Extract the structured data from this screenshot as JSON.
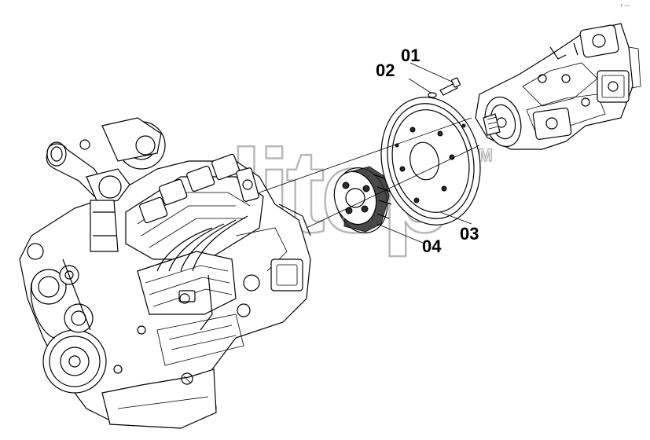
{
  "diagram": {
    "callouts": {
      "c01": "01",
      "c02": "02",
      "c03": "03",
      "c04": "04"
    },
    "watermark": {
      "text": "elitep",
      "trademark": "TM"
    },
    "corner_mark": "r —"
  },
  "colors": {
    "line": "#000000",
    "background": "#ffffff",
    "watermark": "#b8b8b8"
  },
  "icons": [
    "engine-illustration",
    "flywheel-illustration",
    "coupling-illustration",
    "hydraulic-pump-illustration",
    "bolt-illustration",
    "washer-illustration"
  ]
}
